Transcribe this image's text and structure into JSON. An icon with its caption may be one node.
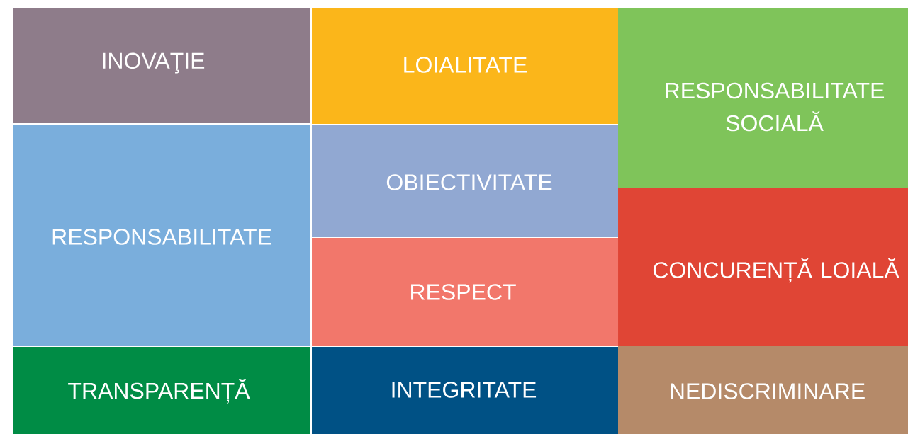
{
  "diagram": {
    "nodes": [
      {
        "text": [
          "INOVAŢIE"
        ]
      },
      {
        "text": [
          "LOIALITATE"
        ]
      },
      {
        "text": [
          "RESPONSABILITATE SOCIALĂ"
        ]
      },
      {
        "text": [
          "RESPONSABILITATE"
        ]
      },
      {
        "text": [
          "OBIECTIVITATE"
        ]
      },
      {
        "text": [
          "RESPECT"
        ]
      },
      {
        "text": [
          "CONCURENȚĂ LOIALĂ"
        ]
      },
      {
        "text": [
          "TRANSPARENȚĂ"
        ]
      },
      {
        "text": [
          "INTEGRITATE"
        ]
      },
      {
        "text": [
          "NEDISCRIMINARE"
        ]
      }
    ]
  }
}
